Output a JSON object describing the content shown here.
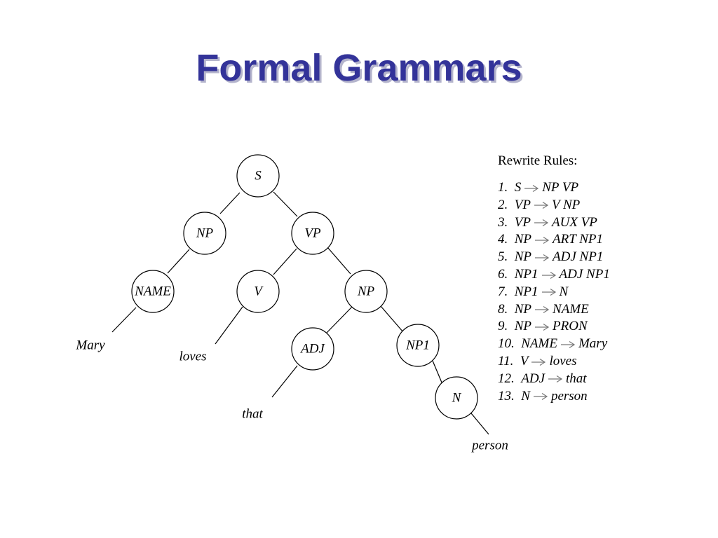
{
  "title": "Formal Grammars",
  "tree": {
    "nodes": [
      {
        "id": "s",
        "label": "S"
      },
      {
        "id": "np-top",
        "label": "NP"
      },
      {
        "id": "vp",
        "label": "VP"
      },
      {
        "id": "name",
        "label": "NAME"
      },
      {
        "id": "v",
        "label": "V"
      },
      {
        "id": "np-obj",
        "label": "NP"
      },
      {
        "id": "adj",
        "label": "ADJ"
      },
      {
        "id": "np1",
        "label": "NP1"
      },
      {
        "id": "n",
        "label": "N"
      }
    ],
    "leaves": [
      {
        "id": "mary",
        "label": "Mary"
      },
      {
        "id": "loves",
        "label": "loves"
      },
      {
        "id": "that",
        "label": "that"
      },
      {
        "id": "person",
        "label": "person"
      }
    ]
  },
  "rules": {
    "heading": "Rewrite Rules:",
    "items": [
      {
        "num": "1.",
        "lhs": "S",
        "rhs": "NP VP"
      },
      {
        "num": "2.",
        "lhs": "VP",
        "rhs": "V NP"
      },
      {
        "num": "3.",
        "lhs": "VP",
        "rhs": "AUX VP"
      },
      {
        "num": "4.",
        "lhs": "NP",
        "rhs": "ART NP1"
      },
      {
        "num": "5.",
        "lhs": "NP",
        "rhs": "ADJ NP1"
      },
      {
        "num": "6.",
        "lhs": "NP1",
        "rhs": "ADJ NP1"
      },
      {
        "num": "7.",
        "lhs": "NP1",
        "rhs": "N"
      },
      {
        "num": "8.",
        "lhs": "NP",
        "rhs": "NAME"
      },
      {
        "num": "9.",
        "lhs": "NP",
        "rhs": "PRON"
      },
      {
        "num": "10.",
        "lhs": "NAME",
        "rhs": "Mary"
      },
      {
        "num": "11.",
        "lhs": "V",
        "rhs": "loves"
      },
      {
        "num": "12.",
        "lhs": "ADJ",
        "rhs": "that"
      },
      {
        "num": "13.",
        "lhs": "N",
        "rhs": "person"
      }
    ]
  },
  "colors": {
    "title": "#333399",
    "title_shadow": "#b4b4cc"
  }
}
